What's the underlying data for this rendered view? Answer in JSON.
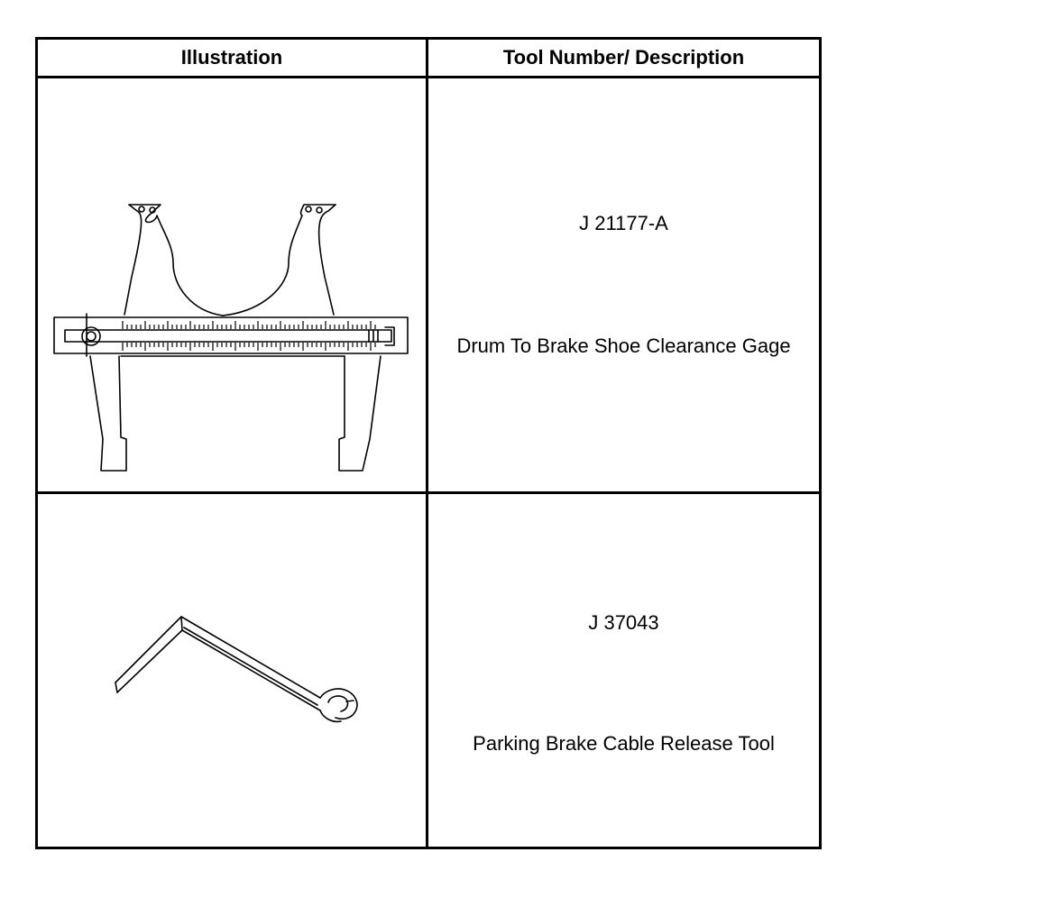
{
  "table": {
    "headers": {
      "illustration": "Illustration",
      "description": "Tool Number/ Description"
    },
    "rows": [
      {
        "illustration_icon": "brake-clearance-gage-icon",
        "tool_number": "J 21177-A",
        "description": "Drum To Brake Shoe Clearance Gage"
      },
      {
        "illustration_icon": "cable-release-tool-icon",
        "tool_number": "J 37043",
        "description": "Parking Brake Cable Release Tool"
      }
    ]
  }
}
